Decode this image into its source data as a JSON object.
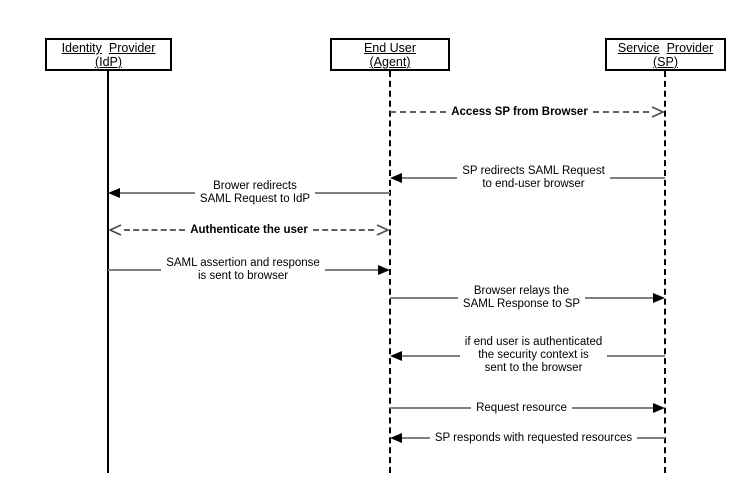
{
  "colors": {
    "background": "#ffffff",
    "box_border": "#000000",
    "lifeline": "#000000",
    "solid_arrow_line": "#808080",
    "dashed_arrow_line": "#5f5f5f",
    "arrowhead": "#000000",
    "text": "#000000"
  },
  "actors": [
    {
      "id": "identity-provider",
      "name_parts": [
        "Identity",
        "Provider"
      ],
      "subtitle": "(IdP)",
      "lifeline_style": "solid"
    },
    {
      "id": "end-user",
      "name_parts": [
        "End User"
      ],
      "subtitle": "(Agent)",
      "lifeline_style": "dashed"
    },
    {
      "id": "service-provider",
      "name_parts": [
        "Service",
        "Provider"
      ],
      "subtitle": "(SP)",
      "lifeline_style": "dashed"
    }
  ],
  "messages": [
    {
      "lines": [
        "Access SP from Browser"
      ],
      "from": "end-user",
      "to": "service-provider",
      "line_style": "dashed",
      "bold": true,
      "arrow": "open-right"
    },
    {
      "lines": [
        "SP redirects SAML Request",
        "to end-user browser"
      ],
      "from": "service-provider",
      "to": "end-user",
      "line_style": "solid",
      "bold": false,
      "arrow": "filled-left"
    },
    {
      "lines": [
        "Brower redirects",
        "SAML Request to IdP"
      ],
      "from": "end-user",
      "to": "identity-provider",
      "line_style": "solid",
      "bold": false,
      "arrow": "filled-left"
    },
    {
      "lines": [
        "Authenticate the user"
      ],
      "from": "identity-provider",
      "to": "end-user",
      "line_style": "dashed",
      "bold": true,
      "arrow": "open-both"
    },
    {
      "lines": [
        "SAML assertion and response",
        "is sent to browser"
      ],
      "from": "identity-provider",
      "to": "end-user",
      "line_style": "solid",
      "bold": false,
      "arrow": "filled-right"
    },
    {
      "lines": [
        "Browser relays the",
        "SAML Response to SP"
      ],
      "from": "end-user",
      "to": "service-provider",
      "line_style": "solid",
      "bold": false,
      "arrow": "filled-right"
    },
    {
      "lines": [
        "if end user is authenticated",
        "the security context is",
        "sent to the browser"
      ],
      "from": "service-provider",
      "to": "end-user",
      "line_style": "solid",
      "bold": false,
      "arrow": "filled-left"
    },
    {
      "lines": [
        "Request resource"
      ],
      "from": "end-user",
      "to": "service-provider",
      "line_style": "solid",
      "bold": false,
      "arrow": "filled-right"
    },
    {
      "lines": [
        "SP responds with requested resources"
      ],
      "from": "service-provider",
      "to": "end-user",
      "line_style": "solid",
      "bold": false,
      "arrow": "filled-left"
    }
  ]
}
